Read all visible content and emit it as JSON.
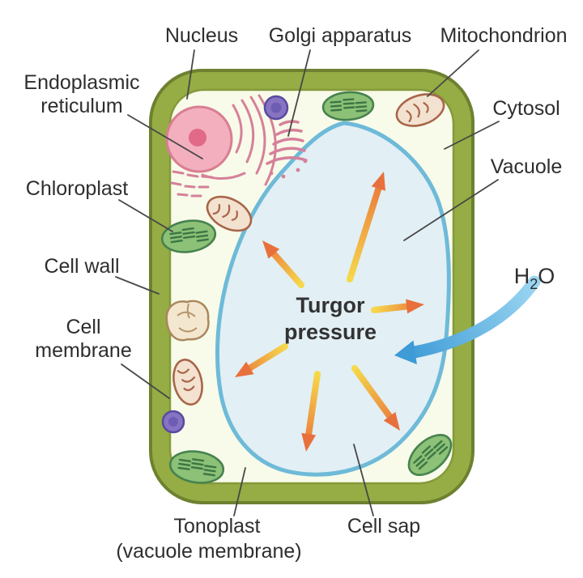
{
  "diagram": {
    "labels": {
      "nucleus": "Nucleus",
      "golgi": "Golgi apparatus",
      "mitochondrion": "Mitochondrion",
      "er_line1": "Endoplasmic",
      "er_line2": "reticulum",
      "chloroplast": "Chloroplast",
      "cell_wall": "Cell wall",
      "cell_membrane_line1": "Cell",
      "cell_membrane_line2": "membrane",
      "cytosol": "Cytosol",
      "vacuole": "Vacuole",
      "h2o_h": "H",
      "h2o_sub": "2",
      "h2o_o": "O",
      "tonoplast_line1": "Tonoplast",
      "tonoplast_line2": "(vacuole membrane)",
      "cell_sap": "Cell sap",
      "turgor_line1": "Turgor",
      "turgor_line2": "pressure"
    },
    "colors": {
      "cell_wall": "#95ad44",
      "cytosol": "#f8fbe9",
      "vacuole_fill": "#e2eff5",
      "vacuole_stroke": "#6ebad8",
      "arrow_start": "#f6d84a",
      "arrow_end": "#e8703c",
      "water_arrow": "#3e9bd6"
    }
  }
}
